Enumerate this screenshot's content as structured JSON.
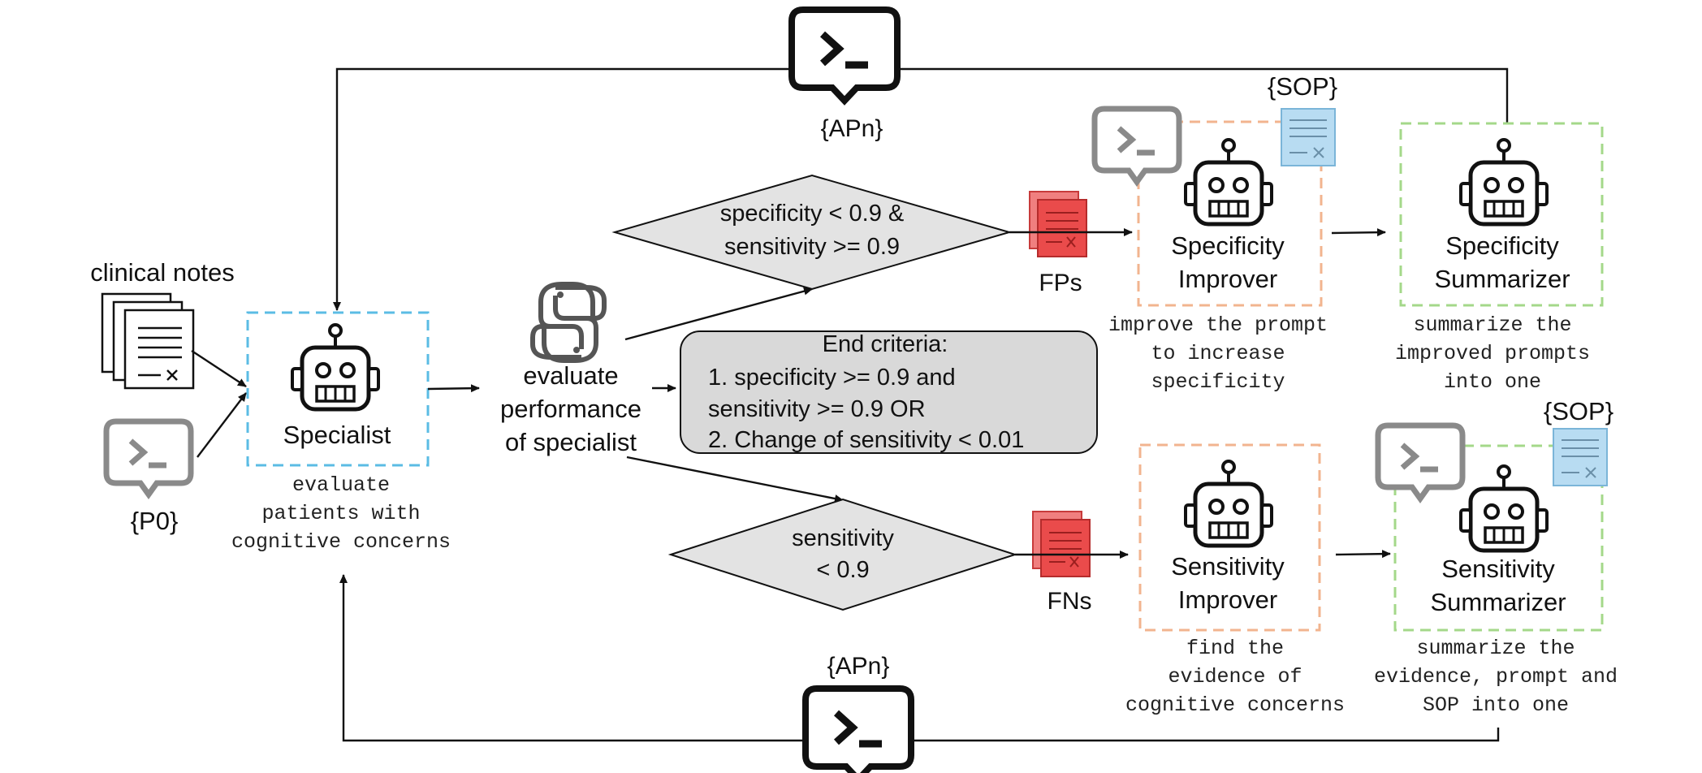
{
  "colors": {
    "specialist_box": "#5bbce4",
    "improver_box": "#f2b48f",
    "summarizer_box": "#a4d88a",
    "diamond_fill": "#e3e3e3",
    "criteria_fill": "#d9d9d9",
    "error_docs": "#ea4b4b",
    "sop_doc": "#b8dcf2",
    "prompt_gray": "#8a8a8a"
  },
  "inputs": {
    "clinical_notes_label": "clinical notes",
    "prompt_label": "{P0}",
    "clinical_notes_icon": "document-stack-icon",
    "prompt_icon": "terminal-prompt-icon"
  },
  "specialist": {
    "title": "Specialist",
    "desc": [
      "evaluate",
      "patients with",
      "cognitive concerns"
    ],
    "icon": "robot-icon"
  },
  "evaluator": {
    "label": [
      "evaluate",
      "performance",
      "of specialist"
    ],
    "icon": "python-logo-icon"
  },
  "conditions": {
    "specificity": [
      "specificity < 0.9 &",
      "sensitivity >= 0.9"
    ],
    "sensitivity": [
      "sensitivity",
      "< 0.9"
    ]
  },
  "end_criteria": {
    "title": "End criteria:",
    "lines": [
      "1. specificity >= 0.9 and",
      "sensitivity >= 0.9 OR",
      "2. Change of sensitivity < 0.01"
    ]
  },
  "errors": {
    "fp_label": "FPs",
    "fn_label": "FNs"
  },
  "spec_improver": {
    "title": [
      "Specificity",
      "Improver"
    ],
    "desc": [
      "improve the prompt",
      "to increase",
      "specificity"
    ]
  },
  "spec_summarizer": {
    "title": [
      "Specificity",
      "Summarizer"
    ],
    "desc": [
      "summarize the",
      "improved prompts",
      "into one"
    ],
    "sop_label": "{SOP}"
  },
  "sens_improver": {
    "title": [
      "Sensitivity",
      "Improver"
    ],
    "desc": [
      "find the",
      "evidence of",
      "cognitive concerns"
    ]
  },
  "sens_summarizer": {
    "title": [
      "Sensitivity",
      "Summarizer"
    ],
    "desc": [
      "summarize the",
      "evidence, prompt and",
      "SOP into one"
    ],
    "sop_label": "{SOP}"
  },
  "feedback": {
    "top_label": "{APn}",
    "bottom_label": "{APn}"
  }
}
